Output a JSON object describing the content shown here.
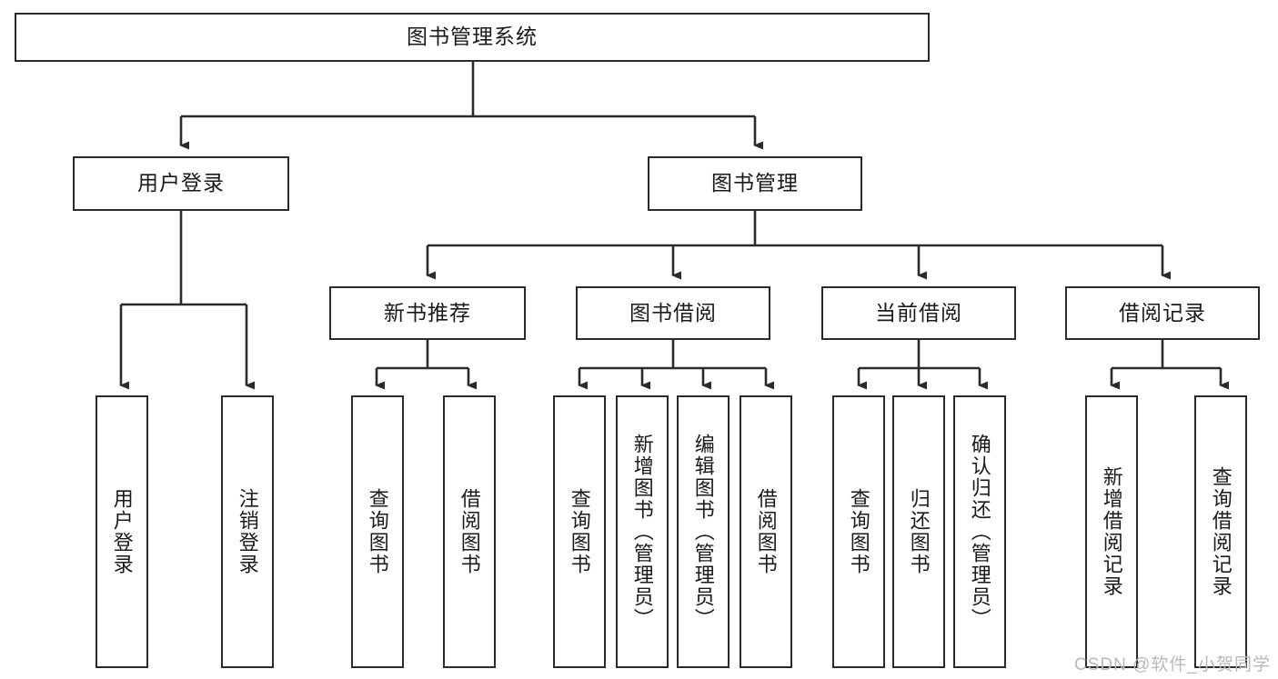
{
  "diagram": {
    "type": "tree-hierarchy",
    "title": "图书管理系统",
    "watermark": "CSDN @软件_小贺同学",
    "colors": {
      "box_border": "#2b2b2b",
      "box_fill": "#ffffff",
      "connector": "#2b2b2b",
      "text": "#1a1a1a",
      "watermark": "#b9b9b9",
      "background": "#ffffff"
    },
    "root": {
      "label": "图书管理系统"
    },
    "level2": [
      {
        "id": "user-login",
        "label": "用户登录"
      },
      {
        "id": "book-management",
        "label": "图书管理"
      }
    ],
    "level3": [
      {
        "id": "new-book-recommend",
        "label": "新书推荐"
      },
      {
        "id": "book-borrow",
        "label": "图书借阅"
      },
      {
        "id": "current-borrow",
        "label": "当前借阅"
      },
      {
        "id": "borrow-record",
        "label": "借阅记录"
      }
    ],
    "leaves": {
      "user_login": [
        {
          "id": "leaf-user-login",
          "label": "用户登录"
        },
        {
          "id": "leaf-logout-login",
          "label": "注销登录"
        }
      ],
      "new_book_recommend": [
        {
          "id": "leaf-query-book-1",
          "label": "查询图书"
        },
        {
          "id": "leaf-borrow-book-1",
          "label": "借阅图书"
        }
      ],
      "book_borrow": [
        {
          "id": "leaf-query-book-2",
          "label": "查询图书"
        },
        {
          "id": "leaf-add-book",
          "label": "新增图书（管理员）"
        },
        {
          "id": "leaf-edit-book",
          "label": "编辑图书（管理员）"
        },
        {
          "id": "leaf-borrow-book-2",
          "label": "借阅图书"
        }
      ],
      "current_borrow": [
        {
          "id": "leaf-query-book-3",
          "label": "查询图书"
        },
        {
          "id": "leaf-return-book",
          "label": "归还图书"
        },
        {
          "id": "leaf-confirm-return",
          "label": "确认归还（管理员）"
        }
      ],
      "borrow_record": [
        {
          "id": "leaf-add-record",
          "label": "新增借阅记录"
        },
        {
          "id": "leaf-query-record",
          "label": "查询借阅记录"
        }
      ]
    }
  }
}
